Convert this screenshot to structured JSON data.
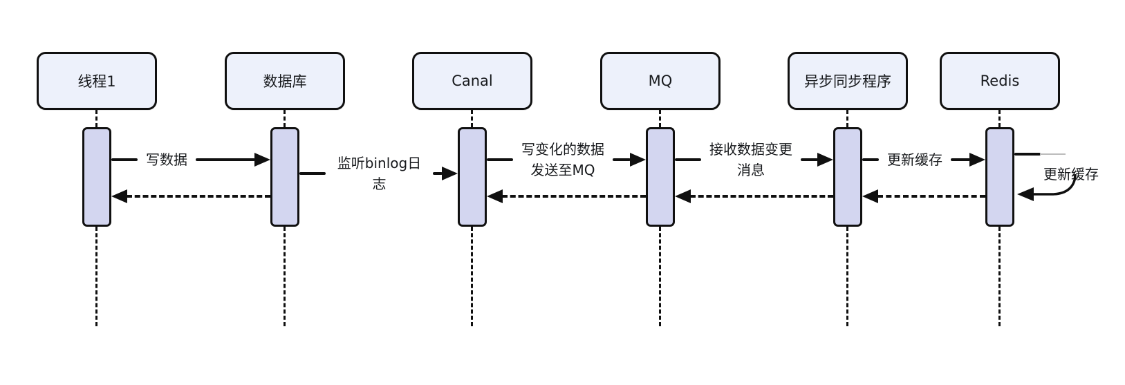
{
  "diagram": {
    "type": "sequence-diagram",
    "participants": [
      {
        "label": "线程1"
      },
      {
        "label": "数据库"
      },
      {
        "label": "Canal"
      },
      {
        "label": "MQ"
      },
      {
        "label": "异步同步程序"
      },
      {
        "label": "Redis"
      }
    ],
    "messages": [
      {
        "from": "线程1",
        "to": "数据库",
        "label": "写数据",
        "style": "solid"
      },
      {
        "from": "数据库",
        "to": "Canal",
        "label": "监听binlog日志",
        "style": "solid"
      },
      {
        "from": "Canal",
        "to": "MQ",
        "label": "写变化的数据\n发送至MQ",
        "style": "solid"
      },
      {
        "from": "MQ",
        "to": "异步同步程序",
        "label": "接收数据变更\n消息",
        "style": "solid"
      },
      {
        "from": "异步同步程序",
        "to": "Redis",
        "label": "更新缓存",
        "style": "solid"
      },
      {
        "from": "Redis",
        "to": "Redis",
        "label": "更新缓存",
        "style": "self"
      }
    ],
    "returns": [
      {
        "from": "数据库",
        "to": "线程1",
        "style": "dashed"
      },
      {
        "from": "MQ",
        "to": "Canal",
        "style": "dashed"
      },
      {
        "from": "异步同步程序",
        "to": "MQ",
        "style": "dashed"
      },
      {
        "from": "Redis",
        "to": "异步同步程序",
        "style": "dashed"
      }
    ],
    "colors": {
      "background": "#ffffff",
      "actor_fill": "#edf1fb",
      "activation_fill": "#d3d6f0",
      "stroke": "#101010"
    }
  }
}
